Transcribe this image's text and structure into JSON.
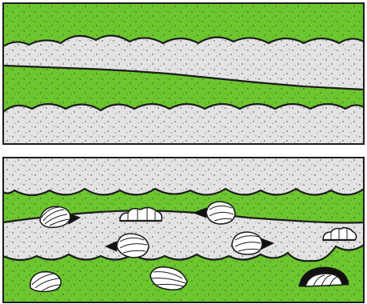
{
  "colors": {
    "mud": "#6CC72E",
    "sand": "#E3E3E3",
    "outline": "#1C1C1C",
    "shell_fill": "#FFFFFF",
    "shell_dark": "#111111",
    "background": "#FFFFFF"
  },
  "panels": [
    {
      "id": "panel-top",
      "layers": [
        "mud",
        "sand",
        "mud",
        "sand"
      ],
      "fossils": []
    },
    {
      "id": "panel-bottom",
      "layers": [
        "sand",
        "mud",
        "sand",
        "mud"
      ],
      "fossils": [
        {
          "kind": "shell-fragment-pointer"
        },
        {
          "kind": "shell-side-view"
        },
        {
          "kind": "shell-fragment-pointer"
        },
        {
          "kind": "shell-fragment-pointer"
        },
        {
          "kind": "shell-fragment-pointer"
        },
        {
          "kind": "shell-side-view"
        },
        {
          "kind": "shell-whole"
        },
        {
          "kind": "shell-whole"
        },
        {
          "kind": "shell-dark-convex"
        }
      ]
    }
  ]
}
